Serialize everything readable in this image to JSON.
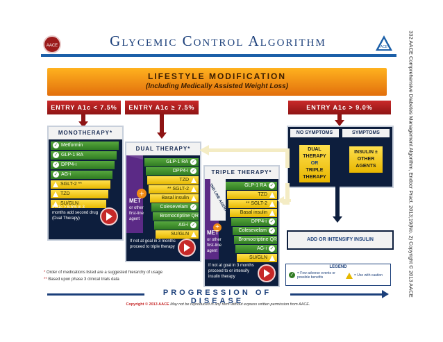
{
  "title": "Glycemic Control Algorithm",
  "logo_left_text": "AACE",
  "logo_right_text": "ACE",
  "lifestyle": {
    "line1": "LIFESTYLE MODIFICATION",
    "line2": "(Including Medically Assisted Weight Loss)"
  },
  "entries": {
    "low": "ENTRY A1c < 7.5%",
    "mid": "ENTRY A1c ≥ 7.5%",
    "high": "ENTRY A1c > 9.0%"
  },
  "mono": {
    "header": "MONOTHERAPY*",
    "items": [
      {
        "label": "Metformin",
        "kind": "check"
      },
      {
        "label": "GLP-1 RA",
        "kind": "check"
      },
      {
        "label": "DPP4-i",
        "kind": "check"
      },
      {
        "label": "AG-i",
        "kind": "check"
      },
      {
        "label": "SGLT-2 **",
        "kind": "warn"
      },
      {
        "label": "TZD",
        "kind": "warn"
      },
      {
        "label": "SU/GLN",
        "kind": "warn"
      }
    ],
    "note": "If A1c > 6.5% in 3 months add second drug (Dual Therapy)"
  },
  "dual": {
    "header": "DUAL THERAPY*",
    "items": [
      {
        "label": "GLP-1 RA",
        "kind": "check"
      },
      {
        "label": "DPP4-i",
        "kind": "check"
      },
      {
        "label": "TZD",
        "kind": "warn"
      },
      {
        "label": "** SGLT-2",
        "kind": "warn"
      },
      {
        "label": "Basal insulin",
        "kind": "warn"
      },
      {
        "label": "Colesevelam",
        "kind": "check"
      },
      {
        "label": "Bromocriptine QR",
        "kind": "check"
      },
      {
        "label": "AG-i",
        "kind": "check"
      },
      {
        "label": "SU/GLN",
        "kind": "warn"
      }
    ],
    "met": "MET",
    "met_sub": "or other first-line agent",
    "note": "If not at goal in 3 months proceed to triple therapy"
  },
  "triple": {
    "header": "TRIPLE THERAPY*",
    "band": "2ND LINE AGENT",
    "items": [
      {
        "label": "GLP-1 RA",
        "kind": "check"
      },
      {
        "label": "TZD",
        "kind": "warn"
      },
      {
        "label": "** SGLT-2",
        "kind": "warn"
      },
      {
        "label": "Basal insulin",
        "kind": "warn"
      },
      {
        "label": "DPP4-i",
        "kind": "check"
      },
      {
        "label": "Colesevelam",
        "kind": "check"
      },
      {
        "label": "Bromocriptine QR",
        "kind": "check"
      },
      {
        "label": "AG-i",
        "kind": "check"
      },
      {
        "label": "SU/GLN",
        "kind": "warn"
      }
    ],
    "met": "MET",
    "met_sub": "or other first-line agent",
    "note": "If not at goal in 3 months proceed to or intensify insulin therapy"
  },
  "high": {
    "no_symptoms": "NO SYMPTOMS",
    "symptoms": "SYMPTOMS",
    "dual_option": "DUAL THERAPY",
    "or": "OR",
    "triple_option": "TRIPLE THERAPY",
    "insulin_option": "INSULIN ± OTHER AGENTS",
    "add_insulin": "ADD OR INTENSIFY INSULIN"
  },
  "footnotes": {
    "n1_mark": "*",
    "n1": "Order of medications listed are a suggested hierarchy of usage",
    "n2_mark": "**",
    "n2": "Based upon phase 3 clinical trials data"
  },
  "legend": {
    "title": "LEGEND",
    "check_text": "= Few adverse events or possible benefits",
    "warn_text": "= Use with caution"
  },
  "progression": "PROGRESSION OF DISEASE",
  "copyright_bold": "Copyright © 2013 AACE",
  "copyright_rest": "May not be reproduced in any form without express written permission from AACE.",
  "side_text": "332 AACE Comprehensive Diabetes Management Algorithm, Endocr Pract. 2013;19(No. 2)   Copyright © 2013 AACE",
  "colors": {
    "navy": "#0d1e3d",
    "green": "#2f7a22",
    "yellow": "#e6b800",
    "red": "#c62828",
    "orange": "#f08a14",
    "purple": "#5b2a86"
  }
}
